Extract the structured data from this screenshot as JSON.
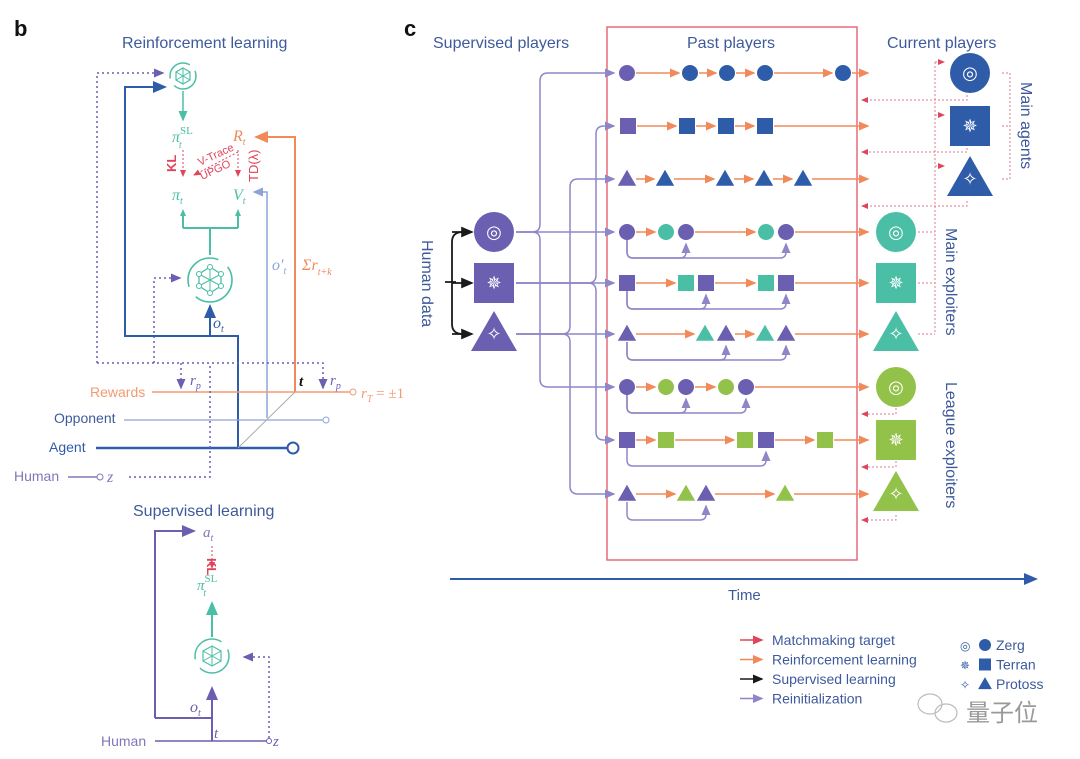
{
  "colors": {
    "blue": "#2f5ca8",
    "purple": "#6a5fb0",
    "purple_light": "#8f86c8",
    "teal": "#4bbfa5",
    "green": "#93c24a",
    "orange": "#f08a5a",
    "red": "#e0445a",
    "pink_dotted": "#e27b8e",
    "black": "#1a1a1a",
    "title_blue": "#3e5a9c",
    "opponent_blue": "#8da3d8",
    "rewards_orange": "#f39a72"
  },
  "panel_b": {
    "letter": "b",
    "rl_title": "Reinforcement learning",
    "sl_title": "Supervised learning",
    "labels": {
      "pi_sl": "π",
      "pi_sl_sup": "SL",
      "pi_sl_sub": "t",
      "pi": "π",
      "pi_sub": "t",
      "R": "R",
      "R_sub": "t",
      "V": "V",
      "V_sub": "t",
      "kl": "KL",
      "vtrace": "V-Trace",
      "upgo": "UPGO",
      "td": "TD(λ)",
      "o_prime": "o′",
      "o_prime_sub": "t",
      "sum_r": "Σr",
      "sum_r_sub": "t+k",
      "o": "o",
      "o_sub": "t",
      "rewards": "Rewards",
      "r_p": "r",
      "r_p_sub": "p",
      "t": "t",
      "r_T": "r",
      "r_T_sub": "T",
      "r_T_val": " = ±1",
      "opponent": "Opponent",
      "agent": "Agent",
      "human": "Human",
      "z": "z",
      "a": "a",
      "a_sub": "t"
    }
  },
  "panel_c": {
    "letter": "c",
    "headers": {
      "supervised": "Supervised players",
      "past": "Past players",
      "current": "Current players"
    },
    "side_labels": {
      "human_data": "Human data",
      "main_agents": "Main agents",
      "main_exploiters": "Main exploiters",
      "league_exploiters": "League exploiters"
    },
    "time_label": "Time",
    "rows": [
      {
        "group": "main_agents",
        "race": "zerg",
        "shape": "circle",
        "sequence": [
          "purple",
          "blue",
          "blue",
          "blue",
          "blue"
        ],
        "current_color": "blue"
      },
      {
        "group": "main_agents",
        "race": "terran",
        "shape": "square",
        "sequence": [
          "purple",
          "blue",
          "blue",
          "blue"
        ],
        "current_color": "blue"
      },
      {
        "group": "main_agents",
        "race": "protoss",
        "shape": "triangle",
        "sequence": [
          "purple",
          "blue",
          "blue",
          "blue",
          "blue"
        ],
        "current_color": "blue"
      },
      {
        "group": "main_exploiters",
        "race": "zerg",
        "shape": "circle",
        "sequence": [
          "purple",
          "teal",
          "purple",
          "teal",
          "purple"
        ],
        "current_color": "teal"
      },
      {
        "group": "main_exploiters",
        "race": "terran",
        "shape": "square",
        "sequence": [
          "purple",
          "teal",
          "purple",
          "teal",
          "purple"
        ],
        "current_color": "teal"
      },
      {
        "group": "main_exploiters",
        "race": "protoss",
        "shape": "triangle",
        "sequence": [
          "purple",
          "teal",
          "purple",
          "teal",
          "purple"
        ],
        "current_color": "teal"
      },
      {
        "group": "league_exploiters",
        "race": "zerg",
        "shape": "circle",
        "sequence": [
          "purple",
          "green",
          "purple",
          "green",
          "purple"
        ],
        "current_color": "green"
      },
      {
        "group": "league_exploiters",
        "race": "terran",
        "shape": "square",
        "sequence": [
          "purple",
          "green",
          "green",
          "purple",
          "green"
        ],
        "current_color": "green"
      },
      {
        "group": "league_exploiters",
        "race": "protoss",
        "shape": "triangle",
        "sequence": [
          "purple",
          "green",
          "purple",
          "green"
        ],
        "current_color": "green"
      }
    ],
    "legend": {
      "arrows": [
        {
          "label": "Matchmaking target",
          "color": "red"
        },
        {
          "label": "Reinforcement learning",
          "color": "orange"
        },
        {
          "label": "Supervised learning",
          "color": "black"
        },
        {
          "label": "Reinitialization",
          "color": "purple_light"
        }
      ],
      "races": [
        {
          "label": "Zerg",
          "icon": "zerg-icon",
          "shape": "circle"
        },
        {
          "label": "Terran",
          "icon": "terran-icon",
          "shape": "square"
        },
        {
          "label": "Protoss",
          "icon": "protoss-icon",
          "shape": "triangle"
        }
      ]
    },
    "watermark": "量子位"
  }
}
